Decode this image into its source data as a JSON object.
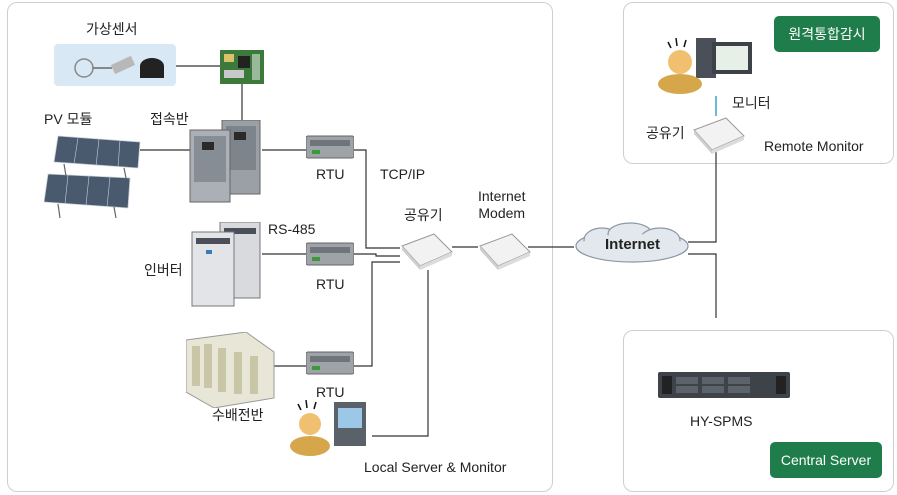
{
  "labels": {
    "virtual_sensor": "가상센서",
    "pv_module": "PV 모듈",
    "junction_box": "접속반",
    "rtu_1": "RTU",
    "rtu_2": "RTU",
    "rtu_3": "RTU",
    "tcp_ip": "TCP/IP",
    "router_local": "공유기",
    "internet_modem": "Internet\nModem",
    "rs485": "RS-485",
    "inverter": "인버터",
    "switchboard": "수배전반",
    "local_server_monitor": "Local Server & Monitor",
    "internet": "Internet",
    "monitor": "모니터",
    "router_remote": "공유기",
    "remote_monitor": "Remote Monitor",
    "hy_spms": "HY-SPMS"
  },
  "badges": {
    "remote_monitoring": "원격통합감시",
    "central_server": "Central Server"
  },
  "colors": {
    "badge_green": "#1e7d4a",
    "panel_border": "#cfcfcf",
    "line": "#333333",
    "monitor_line": "#3aa0c8"
  }
}
